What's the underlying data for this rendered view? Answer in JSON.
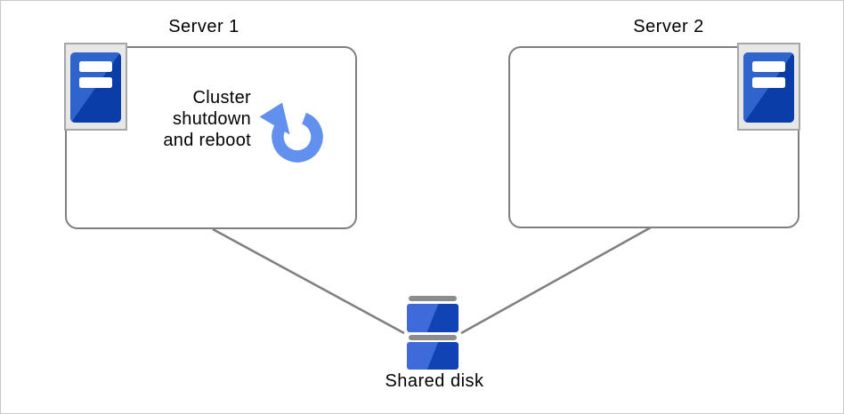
{
  "nodes": {
    "server1": {
      "label": "Server 1",
      "note_lines": [
        "Cluster",
        "shutdown",
        "and reboot"
      ]
    },
    "server2": {
      "label": "Server 2"
    },
    "shared_disk": {
      "label": "Shared disk"
    }
  },
  "icons": {
    "server1_icon": "server-tower-icon",
    "server2_icon": "server-tower-icon",
    "reboot_icon": "circular-reboot-arrow-icon",
    "shared_disk_icon": "stacked-disk-icon"
  },
  "connections": [
    {
      "from": "server1",
      "to": "shared_disk"
    },
    {
      "from": "server2",
      "to": "shared_disk"
    }
  ],
  "colors": {
    "canvas_border": "#c9c9c9",
    "box_border": "#7f7f7f",
    "connector": "#7f7f7f",
    "icon_frame_fill": "#e7e7e7",
    "icon_frame_border": "#a6a6a6",
    "server_blue_light": "#2e64cb",
    "server_blue_dark": "#0b3da8",
    "disk_blue_light": "#3e6bd9",
    "disk_blue_dark": "#1243b5",
    "disk_bar_gray": "#8c8c8c",
    "reboot_arrow": "#6190ee",
    "text": "#000000"
  }
}
